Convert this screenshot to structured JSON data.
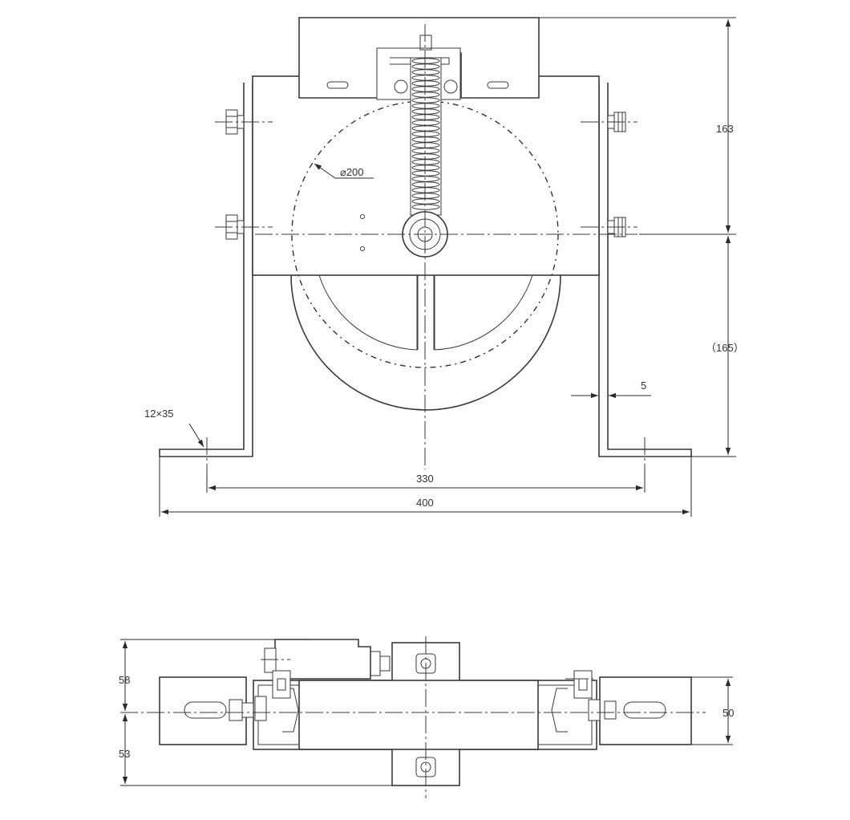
{
  "front_view": {
    "diameter_label": "⌀200",
    "dim_height_upper": "163",
    "dim_height_lower": "（165）",
    "dim_thickness": "5",
    "dim_slot": "12×35",
    "dim_hole_span": "330",
    "dim_overall_width": "400"
  },
  "top_view": {
    "dim_upper_offset": "58",
    "dim_lower_offset": "53",
    "dim_block_width": "50"
  }
}
